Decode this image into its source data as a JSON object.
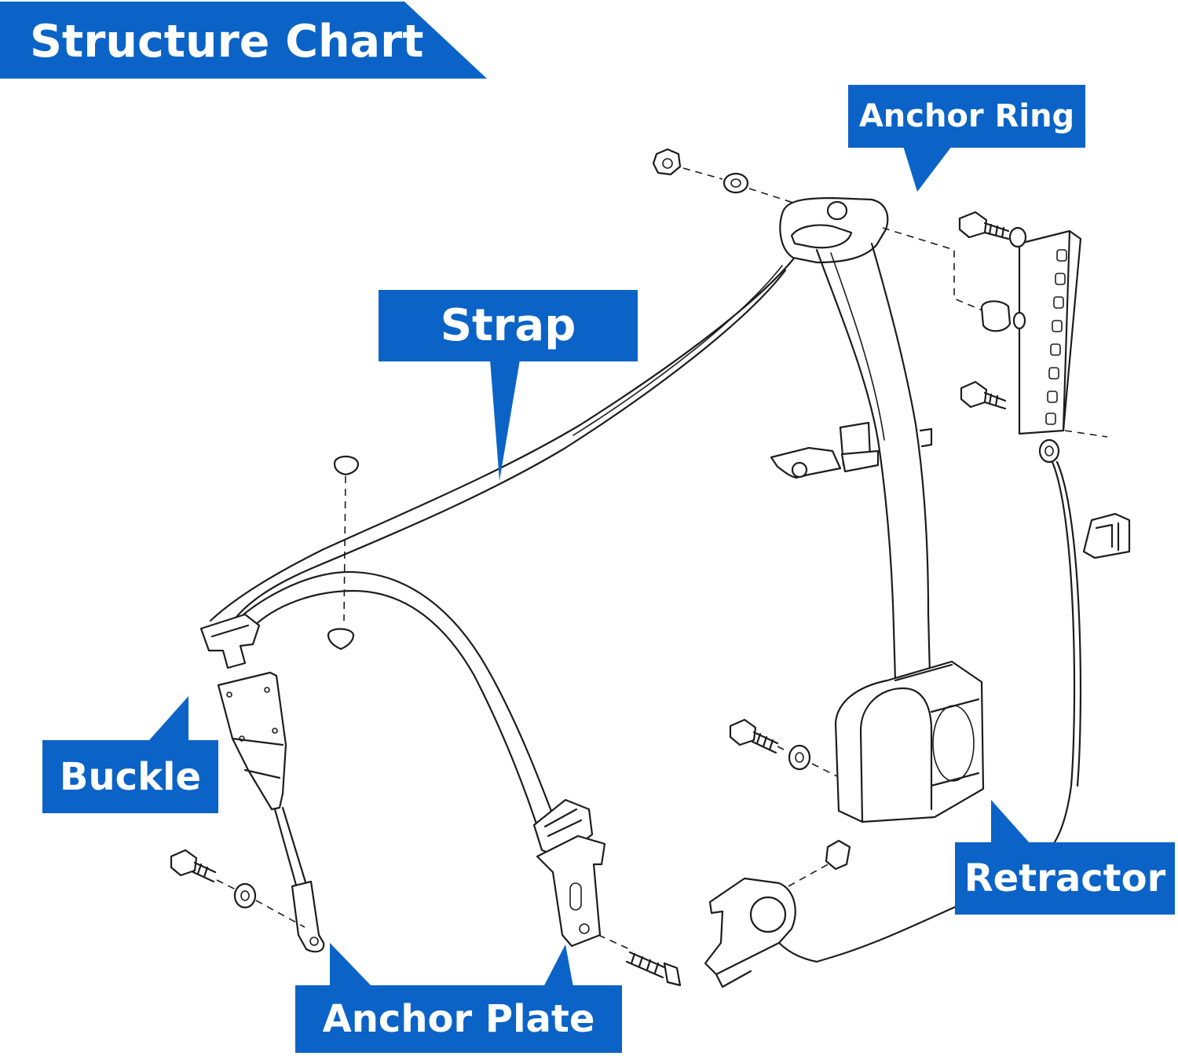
{
  "title": "Structure Chart",
  "labels": {
    "anchor_ring": "Anchor Ring",
    "strap": "Strap",
    "buckle": "Buckle",
    "retractor": "Retractor",
    "anchor_plate": "Anchor Plate"
  },
  "colors": {
    "label_bg": "#0b63c7",
    "label_text": "#ffffff",
    "line_art": "#1d1d1d",
    "background": "#ffffff"
  }
}
